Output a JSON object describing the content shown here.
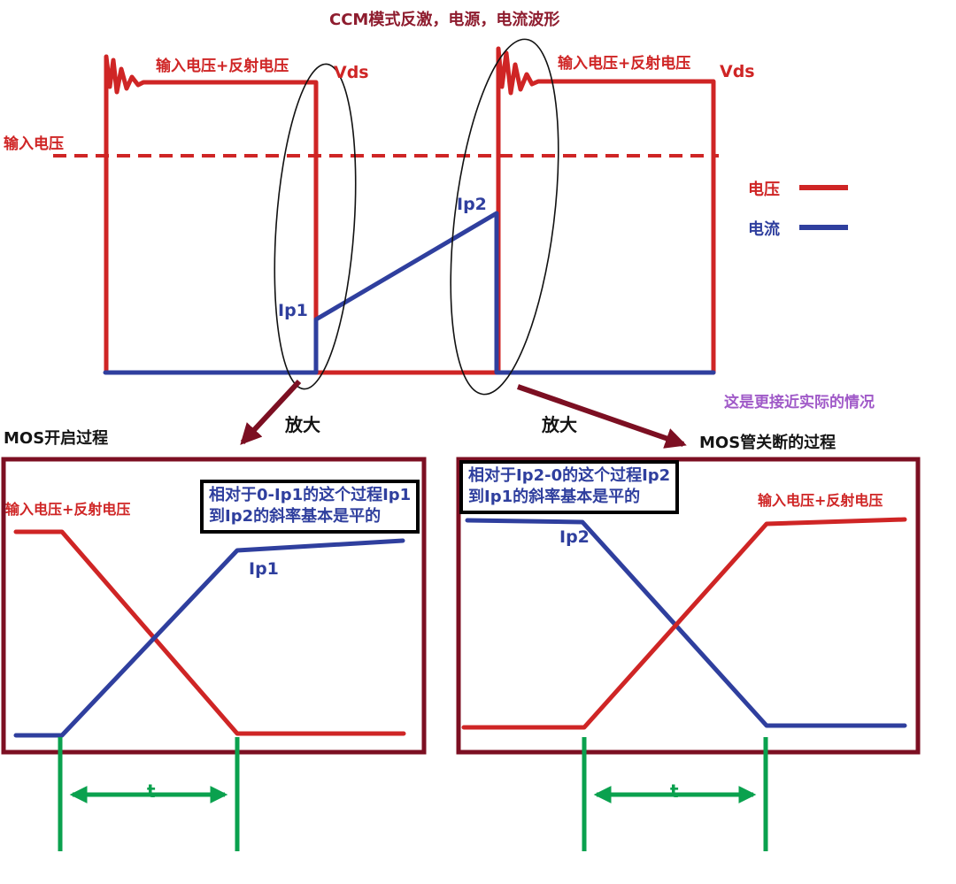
{
  "title": "CCM模式反激，电源，电流波形",
  "main": {
    "label_reflect_left": "输入电压+反射电压",
    "vds_left": "Vds",
    "label_reflect_right": "输入电压+反射电压",
    "vds_right": "Vds",
    "input_voltage": "输入电压",
    "ip1": "Ip1",
    "ip2": "Ip2",
    "legend_voltage": "电压",
    "legend_current": "电流",
    "note": "这是更接近实际的情况",
    "zoom_left": "放大",
    "zoom_right": "放大"
  },
  "panels": {
    "left": {
      "heading": "MOS开启过程",
      "voltage_label": "输入电压+反射电压",
      "callout_line1": "相对于0-Ip1的这个过程Ip1",
      "callout_line2": "到Ip2的斜率基本是平的",
      "ip1": "Ip1",
      "t": "t"
    },
    "right": {
      "heading": "MOS管关断的过程",
      "callout_line1": "相对于Ip2-0的这个过程Ip2",
      "callout_line2": "到Ip1的斜率基本是平的",
      "ip2": "Ip2",
      "voltage_label": "输入电压+反射电压",
      "t": "t"
    }
  },
  "colors": {
    "voltage_red": "#cf2525",
    "current_blue": "#2f3f9e",
    "dark_red": "#7c0f22",
    "green": "#0aa14e",
    "purple": "#a05ac8"
  }
}
